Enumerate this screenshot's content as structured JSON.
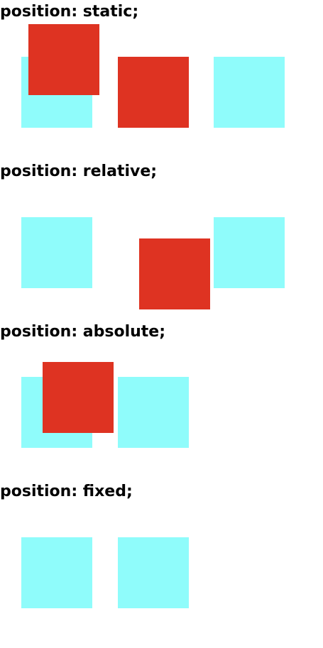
{
  "colors": {
    "box_cyan": "#8ffcfb",
    "box_red": "#de3322",
    "heading_text": "#000000",
    "background": "#ffffff"
  },
  "sections": [
    {
      "id": "static",
      "title": "position: static;"
    },
    {
      "id": "relative",
      "title": "position: relative;"
    },
    {
      "id": "absolute",
      "title": "position: absolute;"
    },
    {
      "id": "fixed",
      "title": "position: fixed;"
    }
  ]
}
